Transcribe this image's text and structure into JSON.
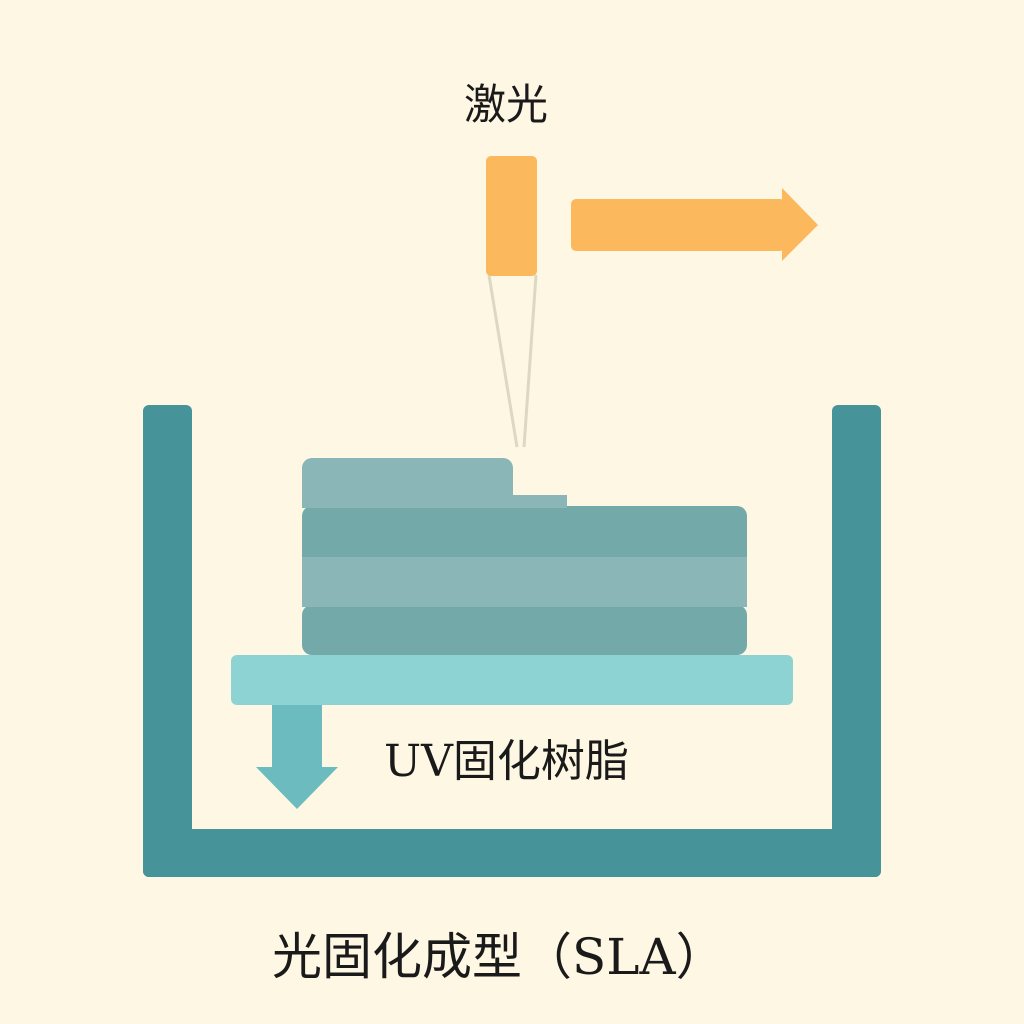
{
  "labels": {
    "laser": "激光",
    "resin": "UV固化树脂",
    "title": "光固化成型（SLA）"
  },
  "colors": {
    "background": "#fdf7e3",
    "laser_orange": "#fbb85c",
    "tank_teal": "#46939a",
    "platform": "#8dd3d3",
    "part_dark": "#74a9aa",
    "part_light": "#8bb6b7",
    "down_arrow": "#6cbcbf",
    "beam": "#ddd8c4"
  },
  "icons": {
    "laser_head": "laser-head",
    "scan_direction": "arrow-right-icon",
    "build_direction": "arrow-down-icon"
  }
}
